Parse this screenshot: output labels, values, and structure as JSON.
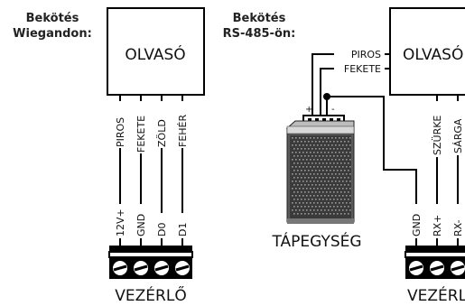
{
  "left": {
    "heading": [
      "Bekötés",
      "Wiegandon:"
    ],
    "reader": "OLVASÓ",
    "wires": [
      "PIROS",
      "FEKETE",
      "ZÖLD",
      "FEHÉR"
    ],
    "terminals": [
      "12V+",
      "GND",
      "D0",
      "D1"
    ],
    "controller": "VEZÉRLŐ"
  },
  "right": {
    "heading": [
      "Bekötés",
      "RS-485-ön:"
    ],
    "reader": "OLVASÓ",
    "power_wires": [
      "PIROS",
      "FEKETE"
    ],
    "data_wires": [
      "SZÜRKE",
      "SÁRGA"
    ],
    "psu_polarity": [
      "+",
      "-"
    ],
    "psu": "TÁPEGYSÉG",
    "terminals": [
      "GND",
      "RX+",
      "RX-"
    ],
    "controller": "VEZÉRLŐ"
  }
}
